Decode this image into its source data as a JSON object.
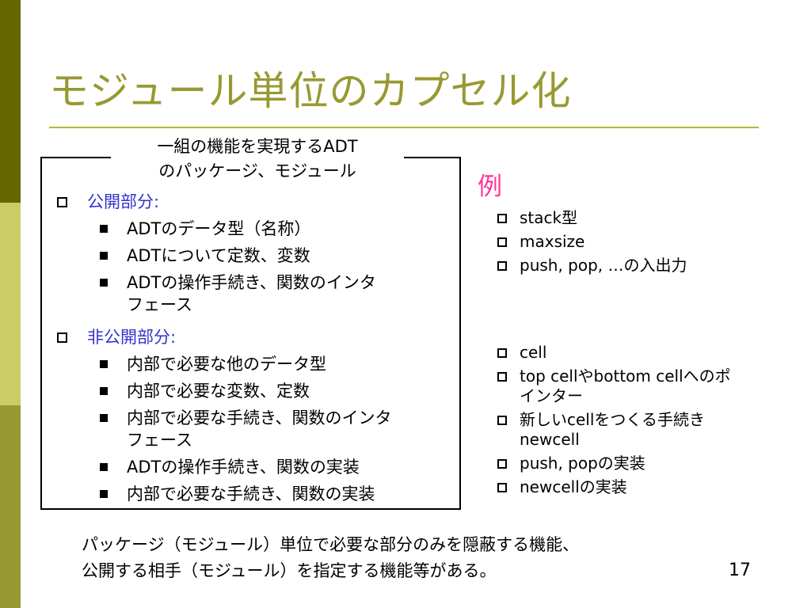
{
  "slide": {
    "title": "モジュール単位のカプセル化",
    "box_caption": [
      "一組の機能を実現するADT",
      "のパッケージ、モジュール"
    ],
    "public": {
      "heading": "公開部分:",
      "items": [
        "ADTのデータ型（名称）",
        "ADTについて定数、変数",
        "ADTの操作手続き、関数のインタ",
        "フェース"
      ]
    },
    "private": {
      "heading": "非公開部分:",
      "items": [
        "内部で必要な他のデータ型",
        "内部で必要な変数、定数",
        "内部で必要な手続き、関数のインタ",
        "フェース",
        "ADTの操作手続き、関数の実装",
        "内部で必要な手続き、関数の実装"
      ]
    },
    "example_label": "例",
    "example_top": [
      "stack型",
      "maxsize",
      "push, pop, …の入出力"
    ],
    "example_bottom": [
      "cell",
      "top cellやbottom cellへのポ",
      "インター",
      "新しいcellをつくる手続き",
      "newcell",
      "push, popの実装",
      "newcellの実装"
    ],
    "footer": [
      "パッケージ（モジュール）単位で必要な部分のみを隠蔽する機能、",
      "公開する相手（モジュール）を指定する機能等がある。"
    ],
    "page_number": "17"
  }
}
